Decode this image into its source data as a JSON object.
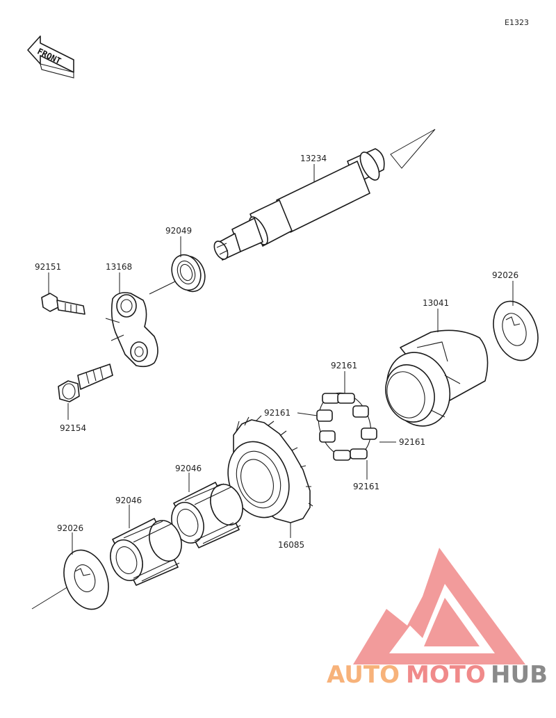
{
  "diagram": {
    "reference_code": "E1323",
    "front_marker": "FRONT",
    "parts": [
      {
        "id": "13234"
      },
      {
        "id": "92049"
      },
      {
        "id": "92151"
      },
      {
        "id": "13168"
      },
      {
        "id": "92154"
      },
      {
        "id": "92026"
      },
      {
        "id": "13041"
      },
      {
        "id": "92161"
      },
      {
        "id": "92161"
      },
      {
        "id": "92161"
      },
      {
        "id": "92161"
      },
      {
        "id": "92046"
      },
      {
        "id": "92046"
      },
      {
        "id": "16085"
      },
      {
        "id": "92026"
      }
    ]
  },
  "watermark": {
    "brand_part_1": "AUTO",
    "brand_part_2": "MOTO",
    "brand_part_3": "HUB",
    "color_primary": "#f08a8a",
    "color_secondary": "#f7b27a",
    "color_dark": "#8a8a8a"
  }
}
